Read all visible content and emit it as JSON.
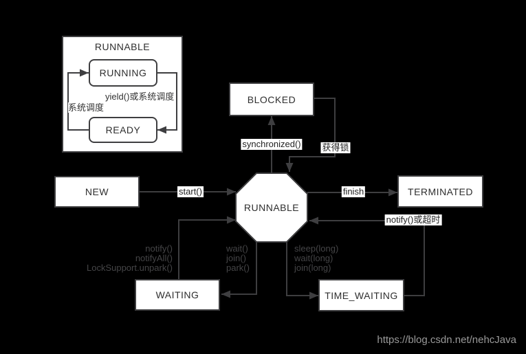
{
  "colors": {
    "background": "#000000",
    "box_fill": "#ffffff",
    "line": "#3e3e40",
    "box_text": "#2e2e2e",
    "dim_label_text": "#454547",
    "watermark_text": "#9a9a9a"
  },
  "inner_group": {
    "title": "RUNNABLE",
    "running_label": "RUNNING",
    "ready_label": "READY",
    "yield_label": "yield()或系统调度",
    "schedule_label": "系统调度"
  },
  "states": {
    "new": "NEW",
    "runnable": "RUNNABLE",
    "blocked": "BLOCKED",
    "terminated": "TERMINATED",
    "waiting": "WAITING",
    "time_waiting": "TIME_WAITING"
  },
  "transitions": {
    "start": "start()",
    "finish": "finish",
    "synchronized": "synchronized()",
    "acquire_lock": "获得锁",
    "notify_or_timeout": "notify()或超时",
    "from_waiting": [
      "notify()",
      "notifyAll()",
      "LockSupport.unpark()"
    ],
    "to_waiting": [
      "wait()",
      "join()",
      "park()"
    ],
    "to_time_waiting": [
      "sleep(long)",
      "wait(long)",
      "join(long)"
    ]
  },
  "watermark": "https://blog.csdn.net/nehcJava"
}
